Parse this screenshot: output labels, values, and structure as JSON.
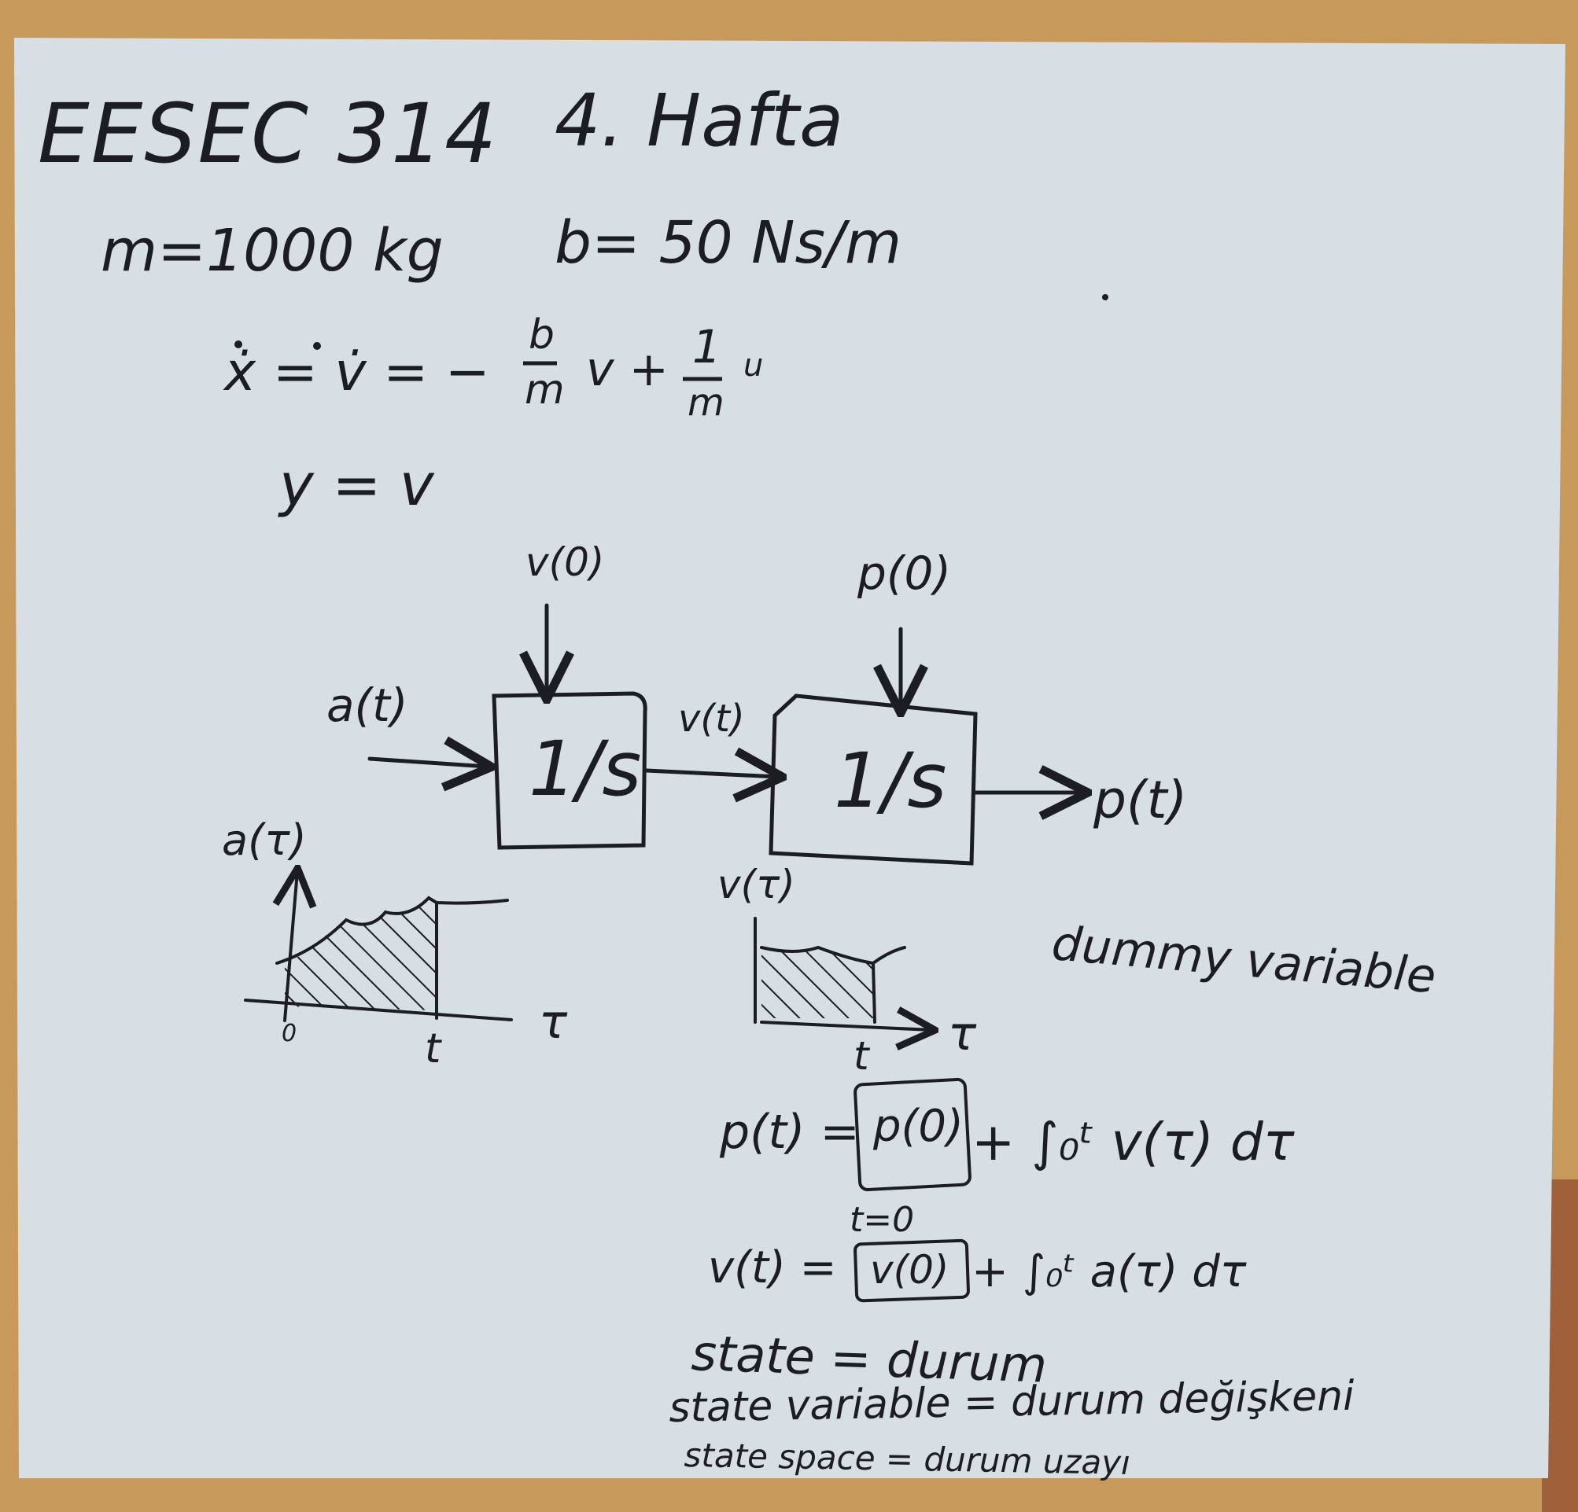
{
  "board": {
    "colors": {
      "surface": "#cfd8df",
      "frame": "#c79a5b",
      "frame_dark": "#8a6033",
      "ink": "#1b1d22"
    }
  },
  "header": {
    "course": "EESEC 314",
    "week": "4. Hafta"
  },
  "params": {
    "mass": "m=1000 kg",
    "damping": "b= 50 Ns/m"
  },
  "equations": {
    "state_lhs": "ẋ = v̇ = −",
    "frac1_num": "b",
    "frac1_den": "m",
    "state_mid": "v +",
    "frac2_num": "1",
    "frac2_den": "m",
    "state_tail": "u",
    "output": "y = v"
  },
  "diagram": {
    "input_label": "a(t)",
    "block1_ic": "v(0)",
    "block1_tf": "1/s",
    "middle_label": "v(t)",
    "block2_ic": "p(0)",
    "block2_tf": "1/s",
    "output_label": "p(t)"
  },
  "plot_a": {
    "ylabel": "a(τ)",
    "xlabel": "τ",
    "origin": "0",
    "tick_t": "t"
  },
  "plot_v": {
    "ylabel": "v(τ)",
    "xlabel": "τ",
    "tick_t": "t"
  },
  "notes": {
    "dummy": "dummy variable",
    "p_lhs": "p(t) =",
    "p_boxed": "p(0)",
    "p_box_sub": "t=0",
    "p_rhs": "+ ∫₀ᵗ v(τ) dτ",
    "v_lhs": "v(t) =",
    "v_boxed": "v(0)",
    "v_rhs": "+ ∫₀ᵗ a(τ) dτ",
    "state": "state = durum",
    "state_variable": "state variable = durum değişkeni",
    "state_space": "state space = durum uzayı"
  }
}
